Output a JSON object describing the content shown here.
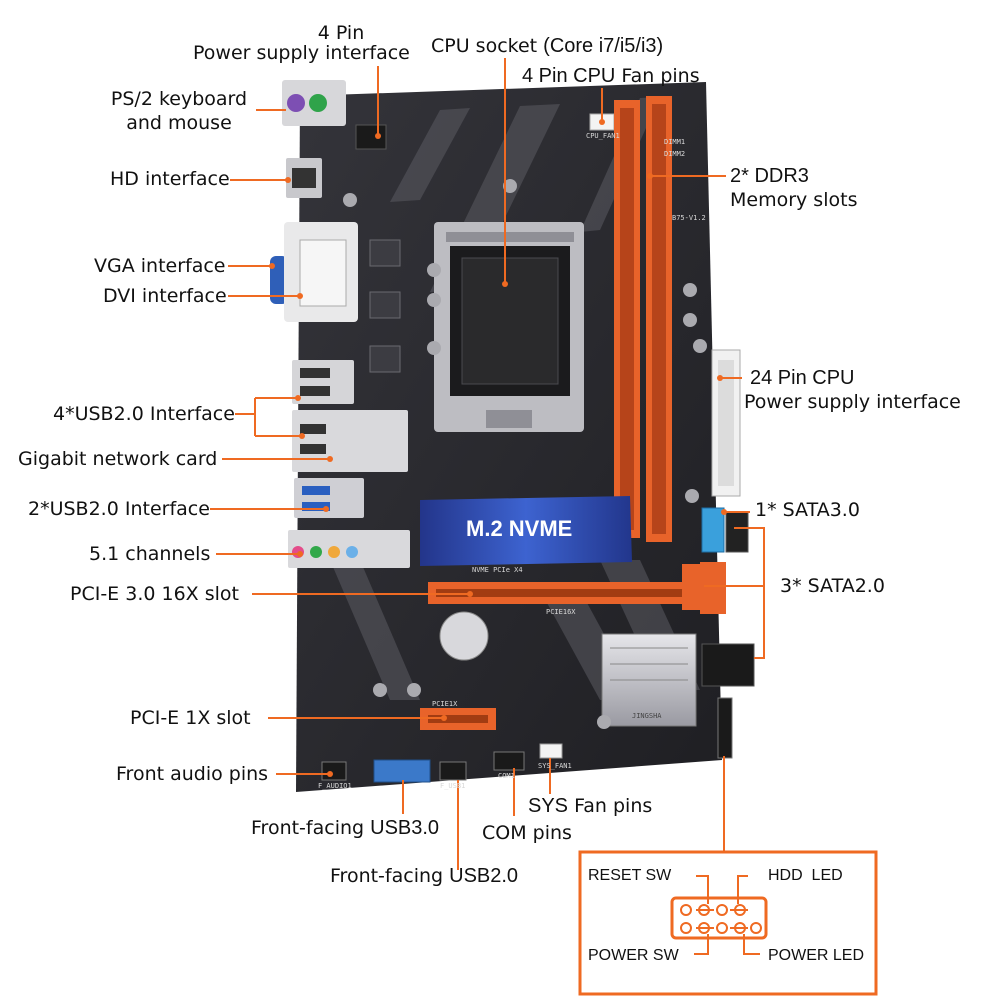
{
  "labels": {
    "pin4_title": "4 Pin",
    "pin4_sub": "Power supply interface",
    "cpu_socket": "CPU socket",
    "cpu_socket_models": "(Core i7/i5/i3)",
    "cpu_fan_a": "4 Pin CPU",
    "cpu_fan_b": "Fan pins",
    "ps2_a": "PS/2 keyboard",
    "ps2_b": "and mouse",
    "hd": "HD interface",
    "ddr3_a": "2* DDR3",
    "ddr3_b": "Memory slots",
    "vga": "VGA interface",
    "dvi": "DVI interface",
    "pin24_a": "24 Pin CPU",
    "pin24_b": "Power supply interface",
    "usb4": "4*USB2.0 Interface",
    "lan": "Gigabit network card",
    "usb2": "2*USB2.0 Interface",
    "sata3": "1* SATA3.0",
    "audio51": "5.1 channels",
    "sata2": "3* SATA2.0",
    "pcie16": "PCI-E 3.0 16X slot",
    "pcie1": "PCI-E 1X slot",
    "front_audio": "Front audio pins",
    "sys_fan_a": "SYS",
    "sys_fan_b": "Fan pins",
    "usb30_a": "Front-facing",
    "usb30_b": "USB3.0",
    "com": "COM pins",
    "usb20_a": "Front-facing",
    "usb20_b": "USB2.0"
  },
  "panel": {
    "reset": "RESET SW",
    "hdd": "HDD  LED",
    "power_sw": "POWER SW",
    "power_led": "POWER LED"
  },
  "board": {
    "m2_text": "M.2 NVME",
    "m2_sub": "NVME PCIe X4",
    "ram_a": "DIMM1",
    "ram_b": "DIMM2",
    "model": "B75-V1.2",
    "pcie16_code": "PCIE16X",
    "pcie1_code": "PCIE1X",
    "front_audio_code": "F_AUDIO1",
    "sys_fan_code": "SYS_FAN1",
    "cpu_fan_code": "CPU_FAN1",
    "com_code": "COM1",
    "usb_code": "F_USB1",
    "brand": "JINGSHA"
  },
  "colors": {
    "orange": "#ef6a22",
    "board": "#2a2a2e",
    "slot_orange": "#e8632a",
    "m2_blue": "#2f4fb0"
  }
}
